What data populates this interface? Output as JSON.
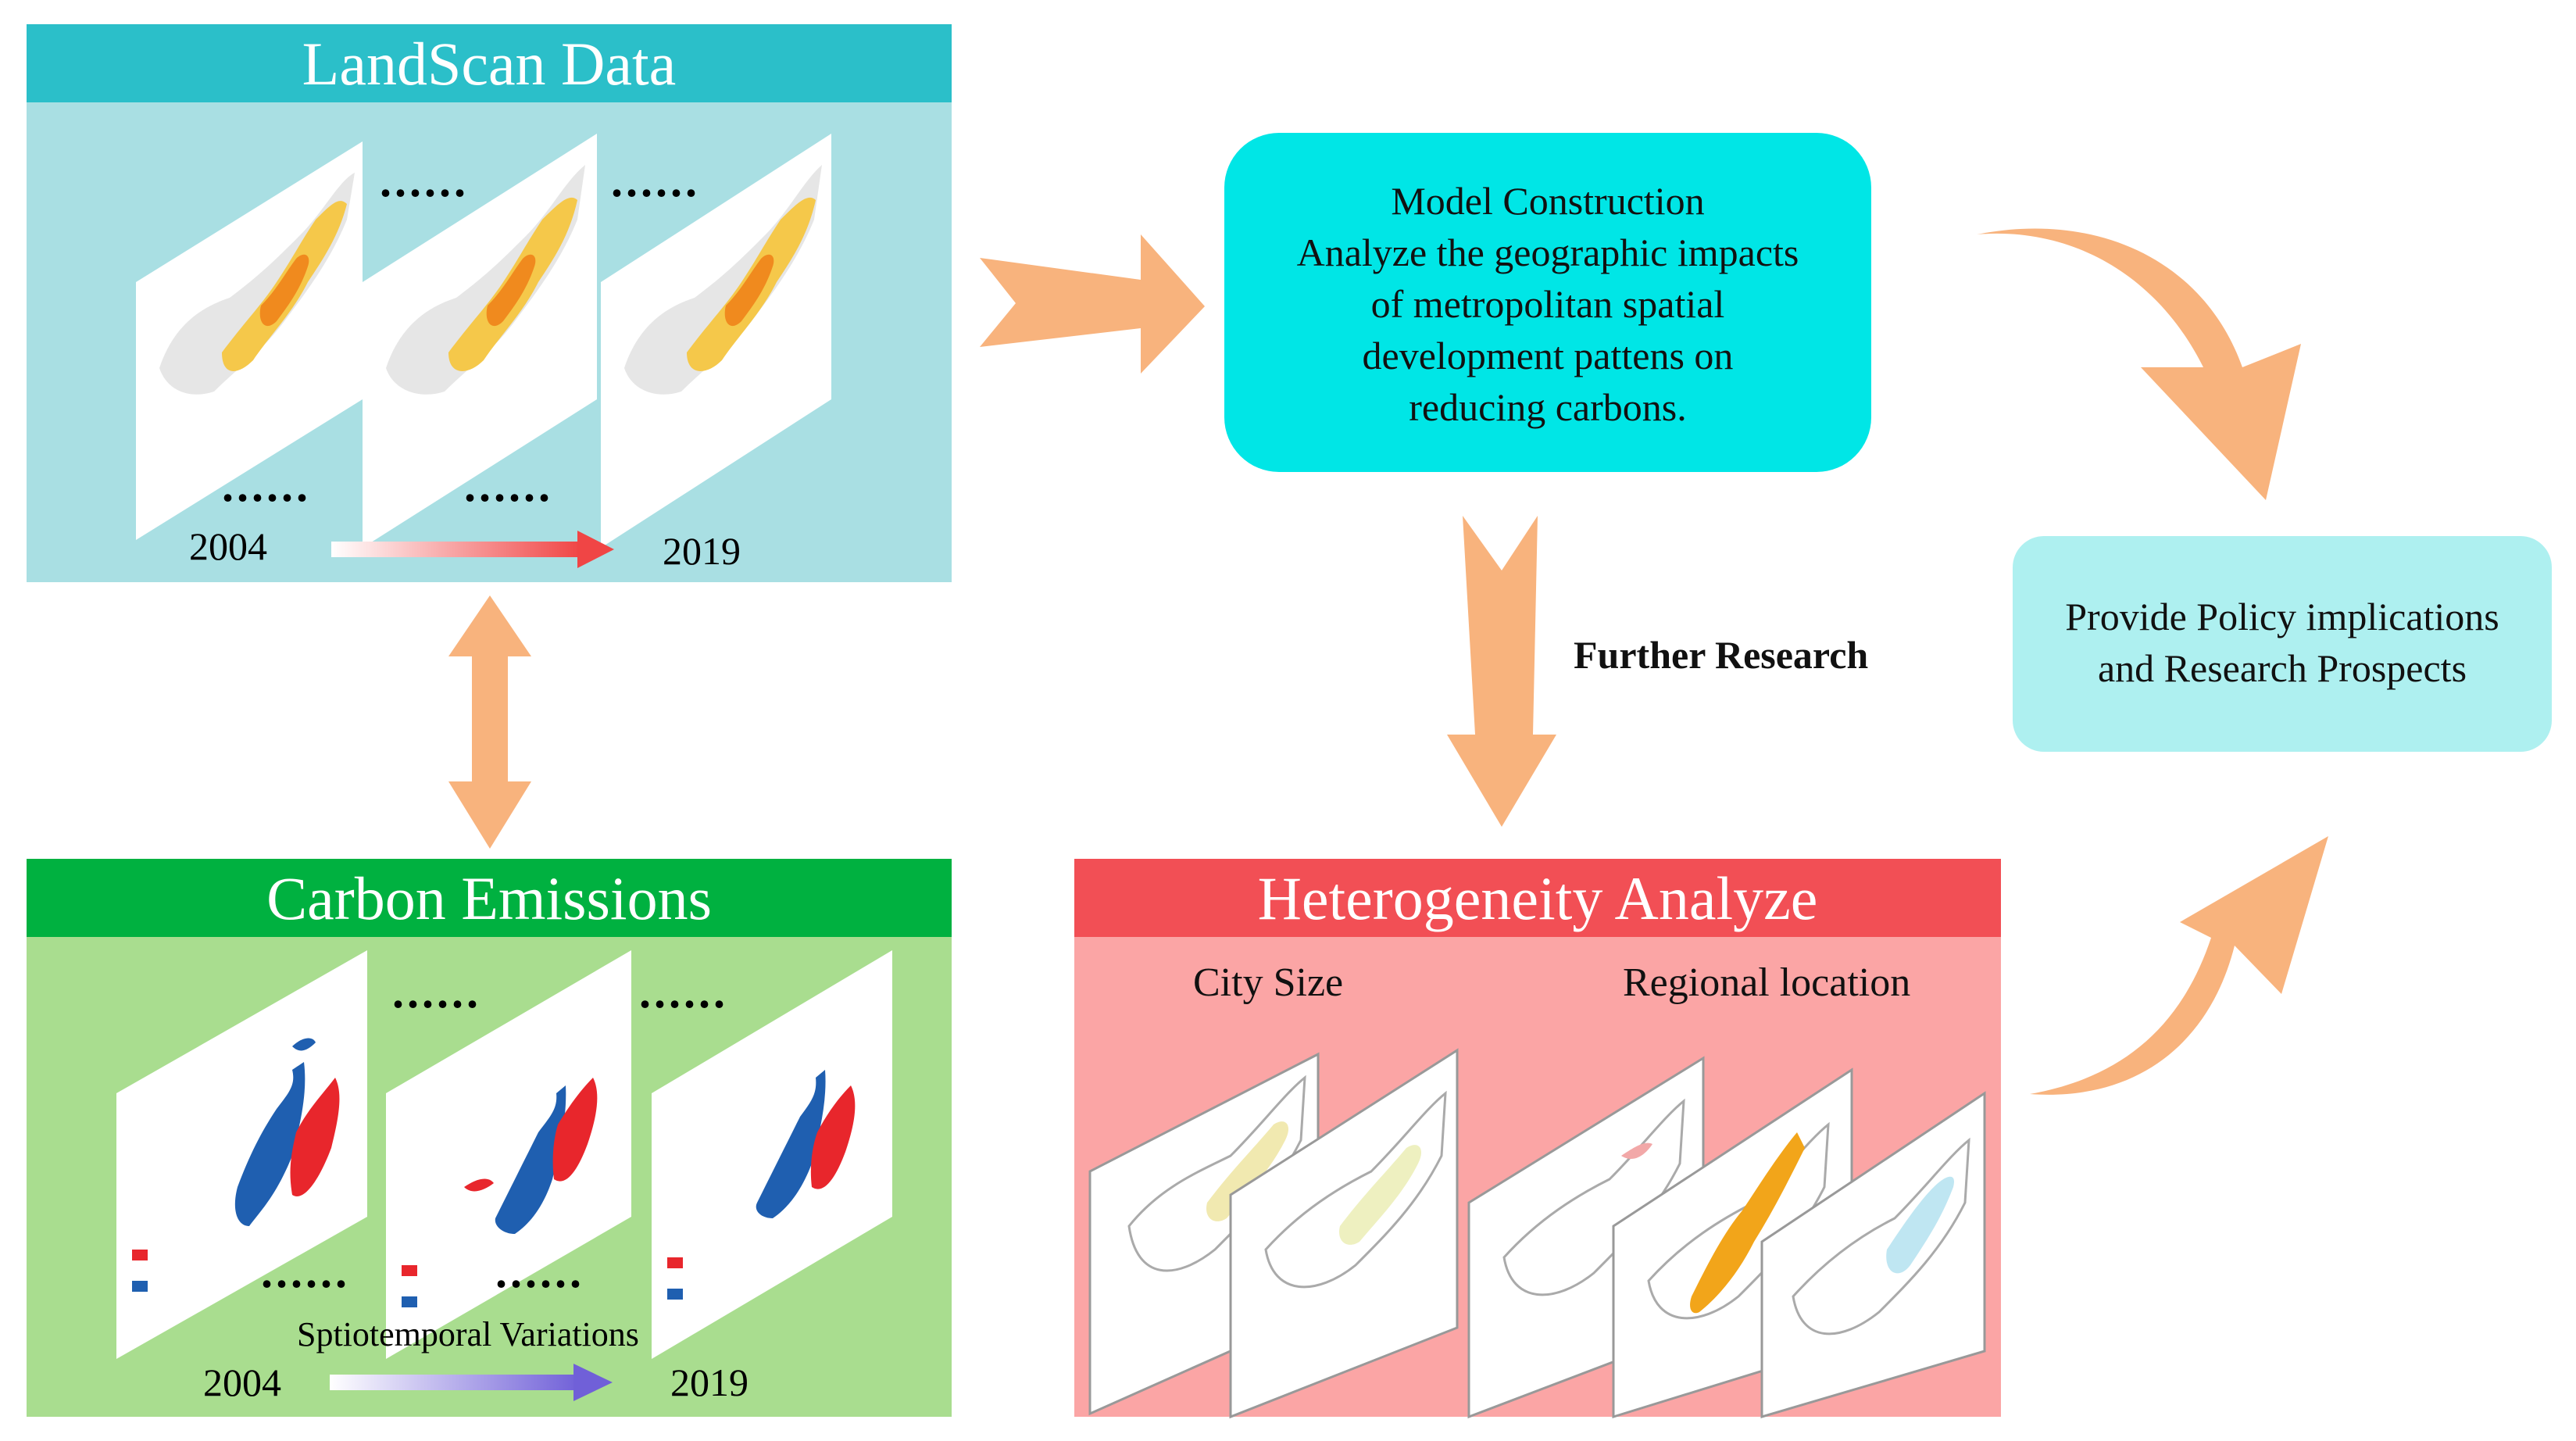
{
  "landscan": {
    "title": "LandScan  Data",
    "year_start": "2004",
    "year_end": "2019",
    "dots_top": [
      "......",
      "......"
    ],
    "dots_bottom": [
      "......",
      "......"
    ]
  },
  "carbon": {
    "title": "Carbon Emissions",
    "caption": "Sptiotemporal Variations",
    "year_start": "2004",
    "year_end": "2019",
    "dots_top": [
      "......",
      "......"
    ],
    "dots_bottom": [
      "......",
      "......"
    ]
  },
  "model": {
    "lines": [
      "Model Construction",
      "Analyze the geographic impacts",
      "of metropolitan spatial",
      "development pattens on",
      "reducing carbons."
    ]
  },
  "further_research": "Further Research",
  "heterogeneity": {
    "title": "Heterogeneity Analyze",
    "label_left": "City Size",
    "label_right": "Regional location"
  },
  "policy": {
    "lines": [
      "Provide Policy implications",
      "and Research Prospects"
    ]
  },
  "colors": {
    "landscan_header": "#2bbfc9",
    "landscan_body": "#a9dfe3",
    "carbon_header": "#00b140",
    "carbon_body": "#a9dd8f",
    "model_box": "#00e6e6",
    "policy_box": "#aef0f0",
    "hetero_header": "#f24f55",
    "hetero_body": "#fba5a5",
    "arrow": "#f8b37d"
  }
}
